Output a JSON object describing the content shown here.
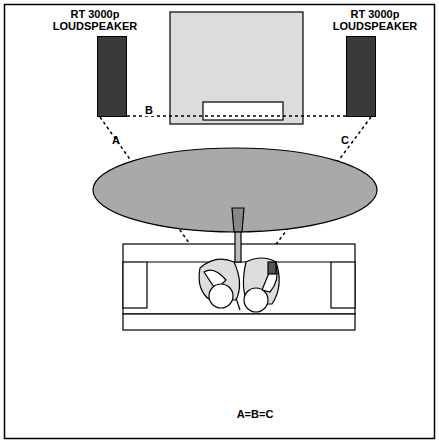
{
  "diagram": {
    "nodes": [
      {
        "text": [
          "RT 3000p LOUDSPEAKER"
        ]
      },
      {
        "text": [
          "RT 3000p LOUDSPEAKER"
        ]
      }
    ],
    "edges": [
      {
        "from": 0,
        "to": 1,
        "arrow": "none",
        "label": "B"
      }
    ],
    "labels": [
      "A",
      "C",
      "A=B=C"
    ]
  }
}
